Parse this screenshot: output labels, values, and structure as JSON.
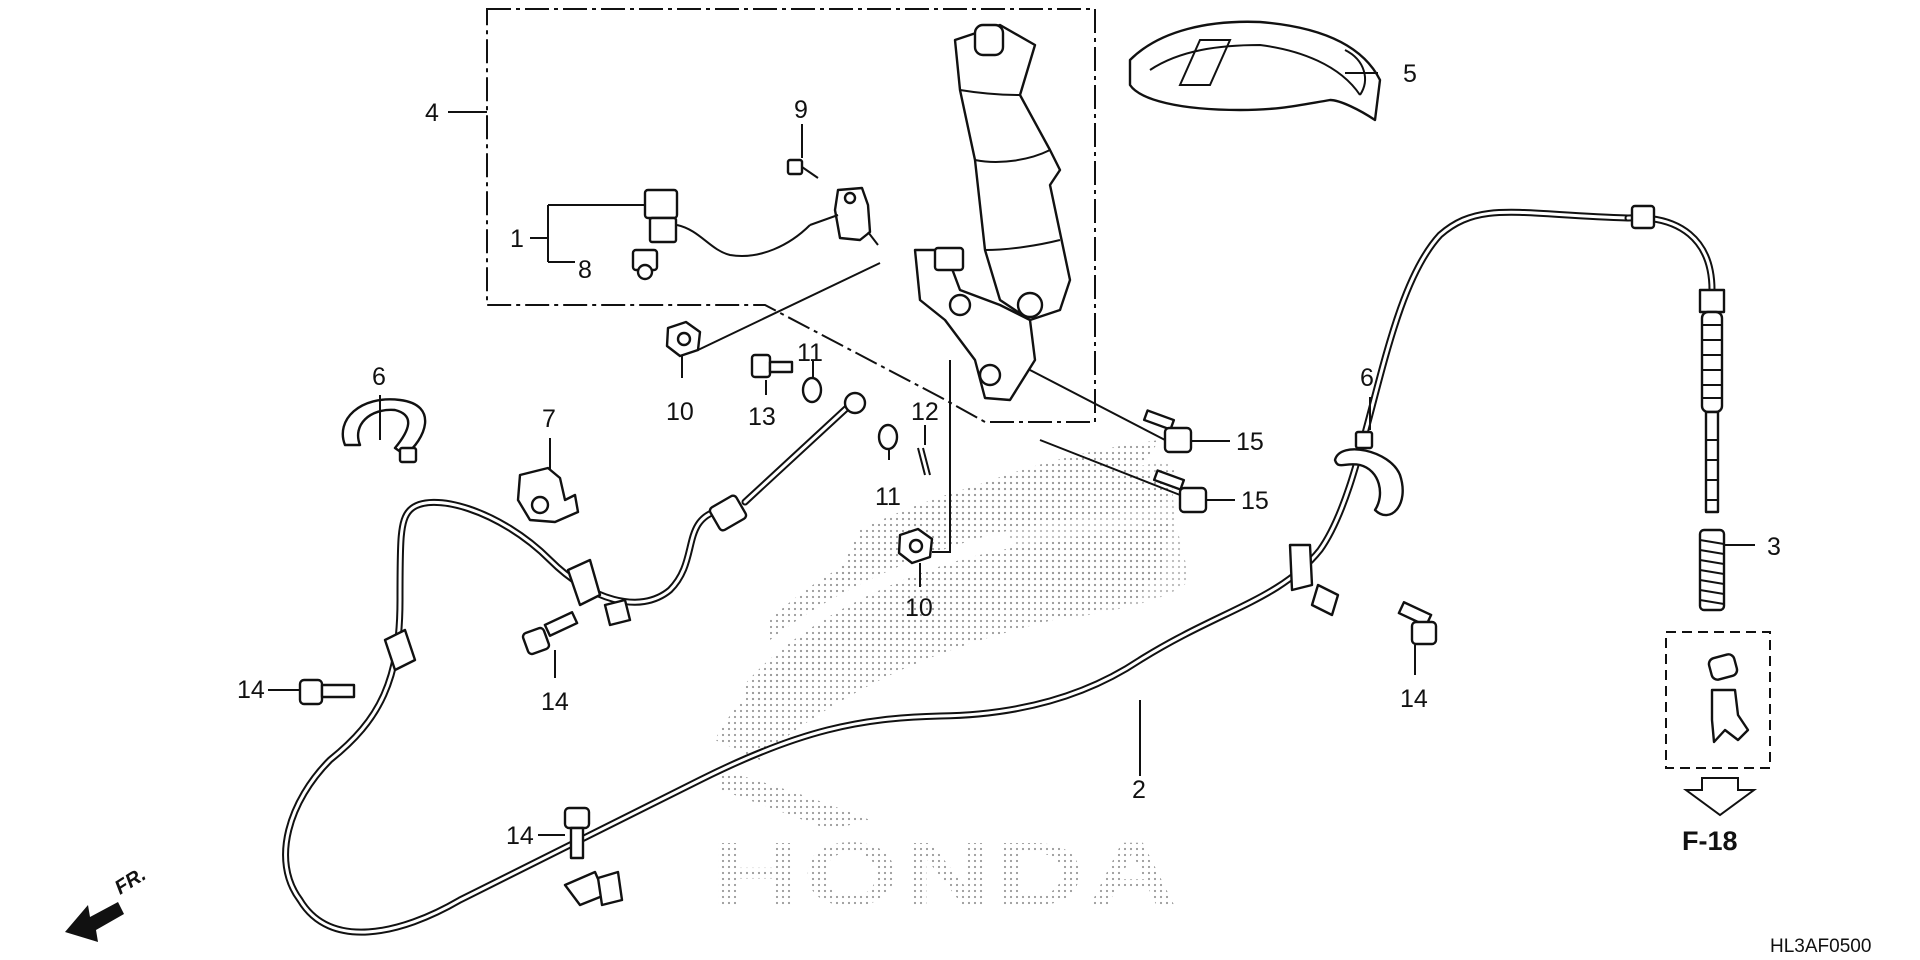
{
  "callouts": {
    "c1": "1",
    "c2": "2",
    "c3": "3",
    "c4": "4",
    "c5": "5",
    "c6a": "6",
    "c6b": "6",
    "c7": "7",
    "c8": "8",
    "c9": "9",
    "c10a": "10",
    "c10b": "10",
    "c11a": "11",
    "c11b": "11",
    "c12": "12",
    "c13": "13",
    "c14a": "14",
    "c14b": "14",
    "c14c": "14",
    "c14d": "14",
    "c15a": "15",
    "c15b": "15"
  },
  "reference": "F-18",
  "direction": "FR.",
  "diagram_code": "HL3AF0500",
  "watermark": "HONDA"
}
